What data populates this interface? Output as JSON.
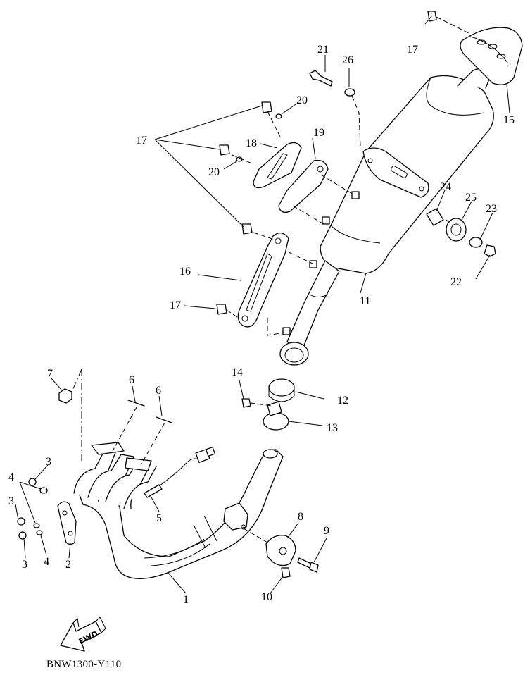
{
  "diagram": {
    "code": "BNW1300-Y110",
    "fwd_label": "FWD",
    "callouts": [
      {
        "id": "c1",
        "label": "1"
      },
      {
        "id": "c2",
        "label": "2"
      },
      {
        "id": "c3a",
        "label": "3"
      },
      {
        "id": "c3b",
        "label": "3"
      },
      {
        "id": "c3c",
        "label": "3"
      },
      {
        "id": "c4a",
        "label": "4"
      },
      {
        "id": "c4b",
        "label": "4"
      },
      {
        "id": "c5",
        "label": "5"
      },
      {
        "id": "c6a",
        "label": "6"
      },
      {
        "id": "c6b",
        "label": "6"
      },
      {
        "id": "c7",
        "label": "7"
      },
      {
        "id": "c8",
        "label": "8"
      },
      {
        "id": "c9",
        "label": "9"
      },
      {
        "id": "c10",
        "label": "10"
      },
      {
        "id": "c11",
        "label": "11"
      },
      {
        "id": "c12",
        "label": "12"
      },
      {
        "id": "c13",
        "label": "13"
      },
      {
        "id": "c14",
        "label": "14"
      },
      {
        "id": "c15",
        "label": "15"
      },
      {
        "id": "c16",
        "label": "16"
      },
      {
        "id": "c17a",
        "label": "17"
      },
      {
        "id": "c17b",
        "label": "17"
      },
      {
        "id": "c17c",
        "label": "17"
      },
      {
        "id": "c18",
        "label": "18"
      },
      {
        "id": "c19",
        "label": "19"
      },
      {
        "id": "c20a",
        "label": "20"
      },
      {
        "id": "c20b",
        "label": "20"
      },
      {
        "id": "c21",
        "label": "21"
      },
      {
        "id": "c22",
        "label": "22"
      },
      {
        "id": "c23",
        "label": "23"
      },
      {
        "id": "c24",
        "label": "24"
      },
      {
        "id": "c25",
        "label": "25"
      },
      {
        "id": "c26",
        "label": "26"
      }
    ]
  }
}
